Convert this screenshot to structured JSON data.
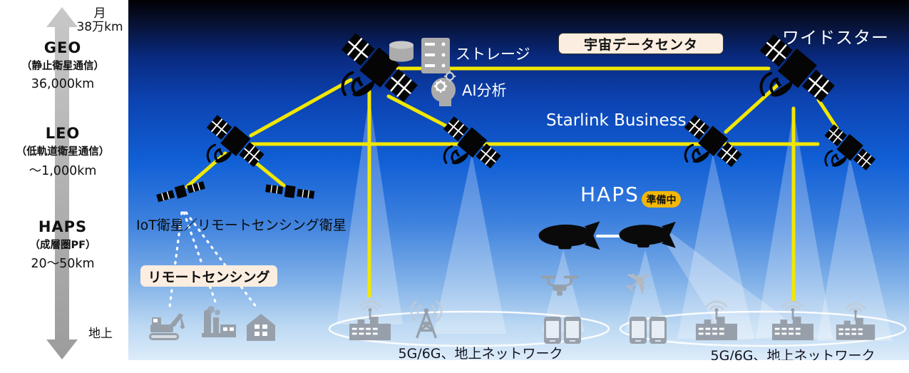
{
  "scale": {
    "moon": "月",
    "moon_km": "38万km",
    "geo": {
      "title": "GEO",
      "sub": "（静止衛星通信）",
      "km": "36,000km"
    },
    "leo": {
      "title": "LEO",
      "sub": "（低軌道衛星通信）",
      "km": "～1,000km"
    },
    "haps": {
      "title": "HAPS",
      "sub": "（成層圏PF）",
      "km": "20～50km"
    },
    "ground": "地上"
  },
  "sky": {
    "storage_label": "ストレージ",
    "ai_label": "AI分析",
    "space_dc_label": "宇宙データセンタ",
    "widestar_label": "ワイドスター",
    "starlink_label": "Starlink Business",
    "haps_label": "HAPS",
    "preparing_label": "準備中",
    "iot_label": "IoT衛星／リモートセンシング衛星",
    "remote_sensing_label": "リモートセンシング",
    "ground_net_left": "5G/6G、地上ネットワーク",
    "ground_net_right": "5G/6G、地上ネットワーク"
  },
  "icons": [
    "satellite-icon",
    "small-satellite-icon",
    "airship-icon",
    "drone-icon",
    "airplane-icon",
    "smartphone-icon",
    "building-antenna-icon",
    "cell-tower-icon",
    "excavator-icon",
    "factory-icon",
    "house-icon",
    "storage-cylinder-icon",
    "server-icon",
    "ai-head-icon",
    "altitude-arrow-icon"
  ],
  "colors": {
    "link_yellow": "#f2e700",
    "badge_cream": "#fbeee0",
    "badge_gold": "#f2b705",
    "icon_gray": "#97a0aa",
    "sky_mid_blue": "#1160d6"
  }
}
